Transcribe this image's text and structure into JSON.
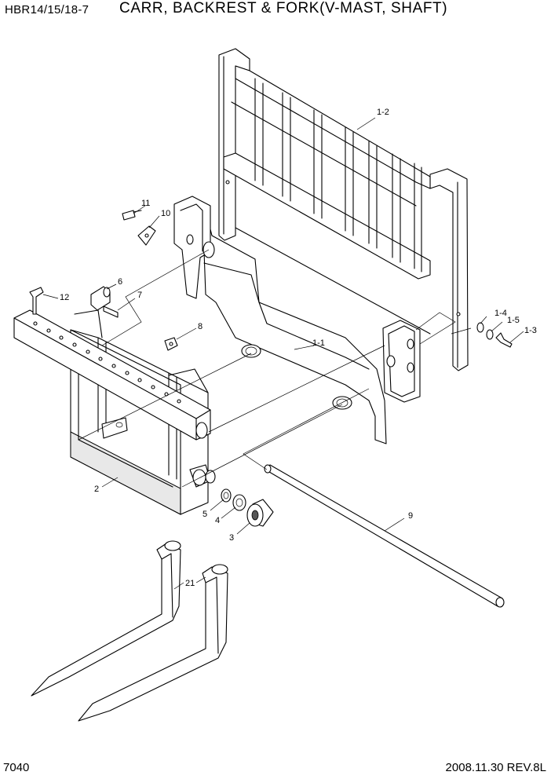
{
  "header": {
    "model": "HBR14/15/18-7",
    "title": "CARR, BACKREST & FORK(V-MAST, SHAFT)"
  },
  "footer": {
    "page_number": "7040",
    "revision": "2008.11.30 REV.8L"
  },
  "callouts": {
    "backrest": "1-2",
    "carriage_plate": "1-1",
    "washer_a": "1-4",
    "washer_b": "1-5",
    "bolt": "1-3",
    "screw_11": "11",
    "cover_10": "10",
    "bushing_6": "6",
    "pin_7": "7",
    "pin_12": "12",
    "nut_8": "8",
    "carriage_2": "2",
    "shaft_9": "9",
    "spacer_5": "5",
    "washer_4": "4",
    "roller_3": "3",
    "fork_21": "21"
  }
}
